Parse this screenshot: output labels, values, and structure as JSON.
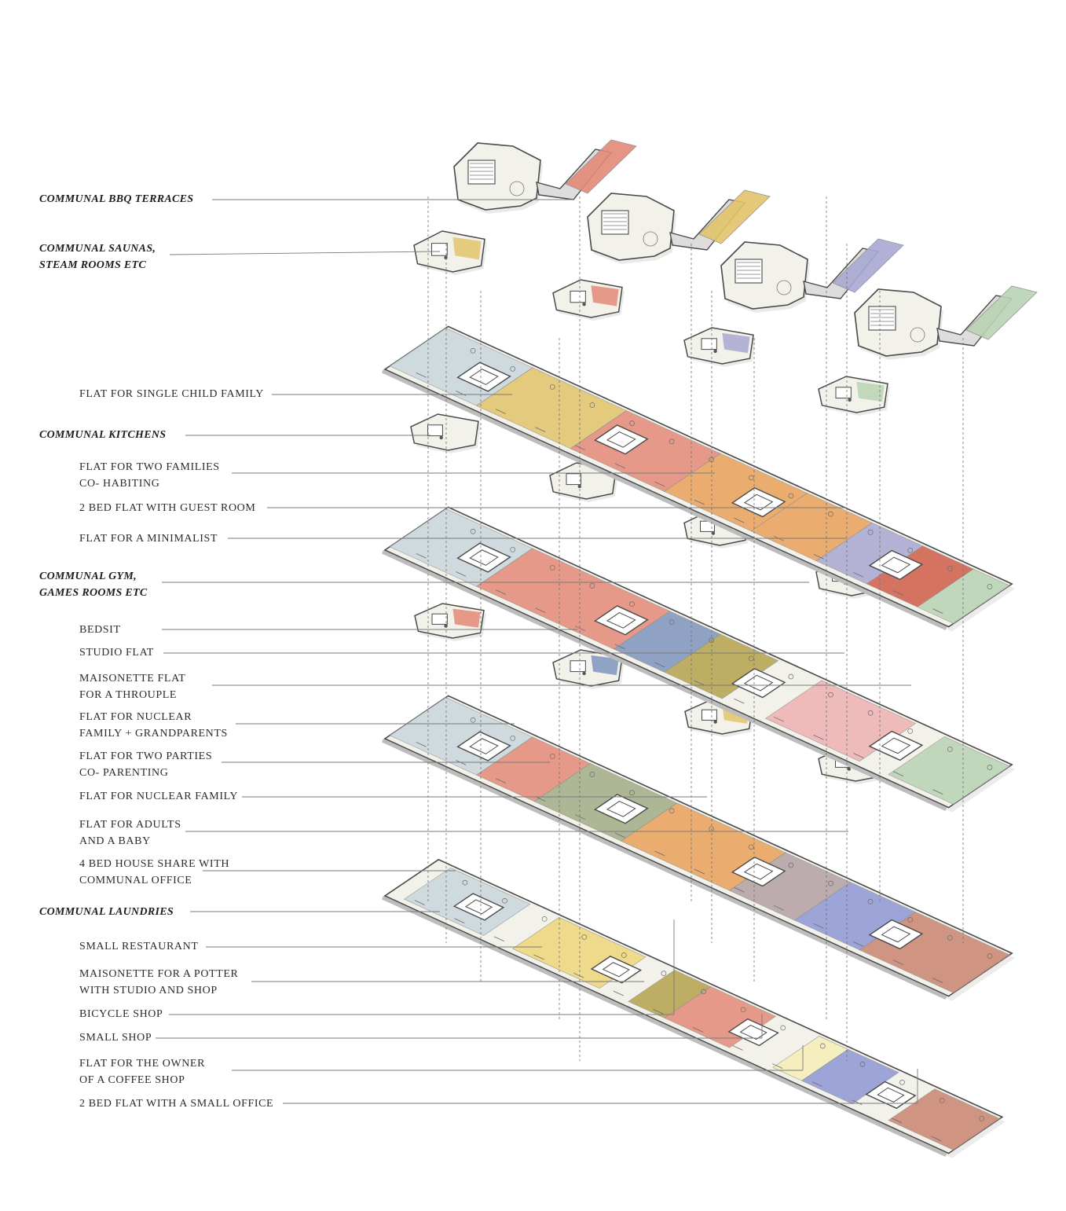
{
  "diagram": {
    "labels": [
      {
        "id": "bbq",
        "lines": [
          "COMMUNAL BBQ TERRACES"
        ],
        "communal": true
      },
      {
        "id": "saunas",
        "lines": [
          "COMMUNAL SAUNAS,",
          "STEAM ROOMS ETC"
        ],
        "communal": true
      },
      {
        "id": "single-child",
        "lines": [
          "FLAT FOR SINGLE CHILD FAMILY"
        ],
        "communal": false
      },
      {
        "id": "kitchens",
        "lines": [
          "COMMUNAL KITCHENS"
        ],
        "communal": true
      },
      {
        "id": "two-families",
        "lines": [
          "FLAT FOR TWO FAMILIES",
          "CO- HABITING"
        ],
        "communal": false
      },
      {
        "id": "guest-room",
        "lines": [
          "2 BED FLAT WITH GUEST ROOM"
        ],
        "communal": false
      },
      {
        "id": "minimalist",
        "lines": [
          "FLAT FOR A MINIMALIST"
        ],
        "communal": false
      },
      {
        "id": "gym",
        "lines": [
          "COMMUNAL GYM,",
          "GAMES ROOMS ETC"
        ],
        "communal": true
      },
      {
        "id": "bedsit",
        "lines": [
          "BEDSIT"
        ],
        "communal": false
      },
      {
        "id": "studio",
        "lines": [
          "STUDIO FLAT"
        ],
        "communal": false
      },
      {
        "id": "throuple",
        "lines": [
          "MAISONETTE FLAT",
          "FOR A THROUPLE"
        ],
        "communal": false
      },
      {
        "id": "grandparents",
        "lines": [
          "FLAT FOR NUCLEAR",
          "FAMILY + GRANDPARENTS"
        ],
        "communal": false
      },
      {
        "id": "two-parties",
        "lines": [
          "FLAT FOR TWO PARTIES",
          "CO- PARENTING"
        ],
        "communal": false
      },
      {
        "id": "nuclear",
        "lines": [
          "FLAT FOR NUCLEAR FAMILY"
        ],
        "communal": false
      },
      {
        "id": "adults-baby",
        "lines": [
          "FLAT FOR ADULTS",
          "AND A BABY"
        ],
        "communal": false
      },
      {
        "id": "house-share",
        "lines": [
          "4 BED HOUSE SHARE WITH",
          "COMMUNAL OFFICE"
        ],
        "communal": false
      },
      {
        "id": "laundries",
        "lines": [
          "COMMUNAL LAUNDRIES"
        ],
        "communal": true
      },
      {
        "id": "restaurant",
        "lines": [
          "SMALL RESTAURANT"
        ],
        "communal": false
      },
      {
        "id": "potter",
        "lines": [
          "MAISONETTE FOR A POTTER",
          "WITH STUDIO AND SHOP"
        ],
        "communal": false
      },
      {
        "id": "bicycle",
        "lines": [
          "BICYCLE SHOP"
        ],
        "communal": false
      },
      {
        "id": "small-shop",
        "lines": [
          "SMALL SHOP"
        ],
        "communal": false
      },
      {
        "id": "coffee",
        "lines": [
          "FLAT FOR THE OWNER",
          "OF A COFFEE SHOP"
        ],
        "communal": false
      },
      {
        "id": "office",
        "lines": [
          "2 BED FLAT WITH A SMALL OFFICE"
        ],
        "communal": false
      }
    ],
    "colors": {
      "ink": "#4a4a4a",
      "wall": "#bdbdbd",
      "floor": "#f2f1ea",
      "leader": "#7a7a7a",
      "blue_grey": "#c9d6de",
      "mustard": "#e2c46a",
      "coral": "#e48a78",
      "orange": "#e9a25a",
      "lavender": "#a9a8d2",
      "brick": "#cf5e48",
      "sage": "#b9d3b3",
      "slate": "#7f95bd",
      "olive": "#b6a34c",
      "pink": "#eeb2b2",
      "olive_green": "#a3ad87",
      "mauve": "#b3a0a4",
      "periwinkle": "#8f97d6",
      "terracotta": "#c98470",
      "yellow": "#eed67a",
      "cream": "#f6eeb8"
    }
  }
}
